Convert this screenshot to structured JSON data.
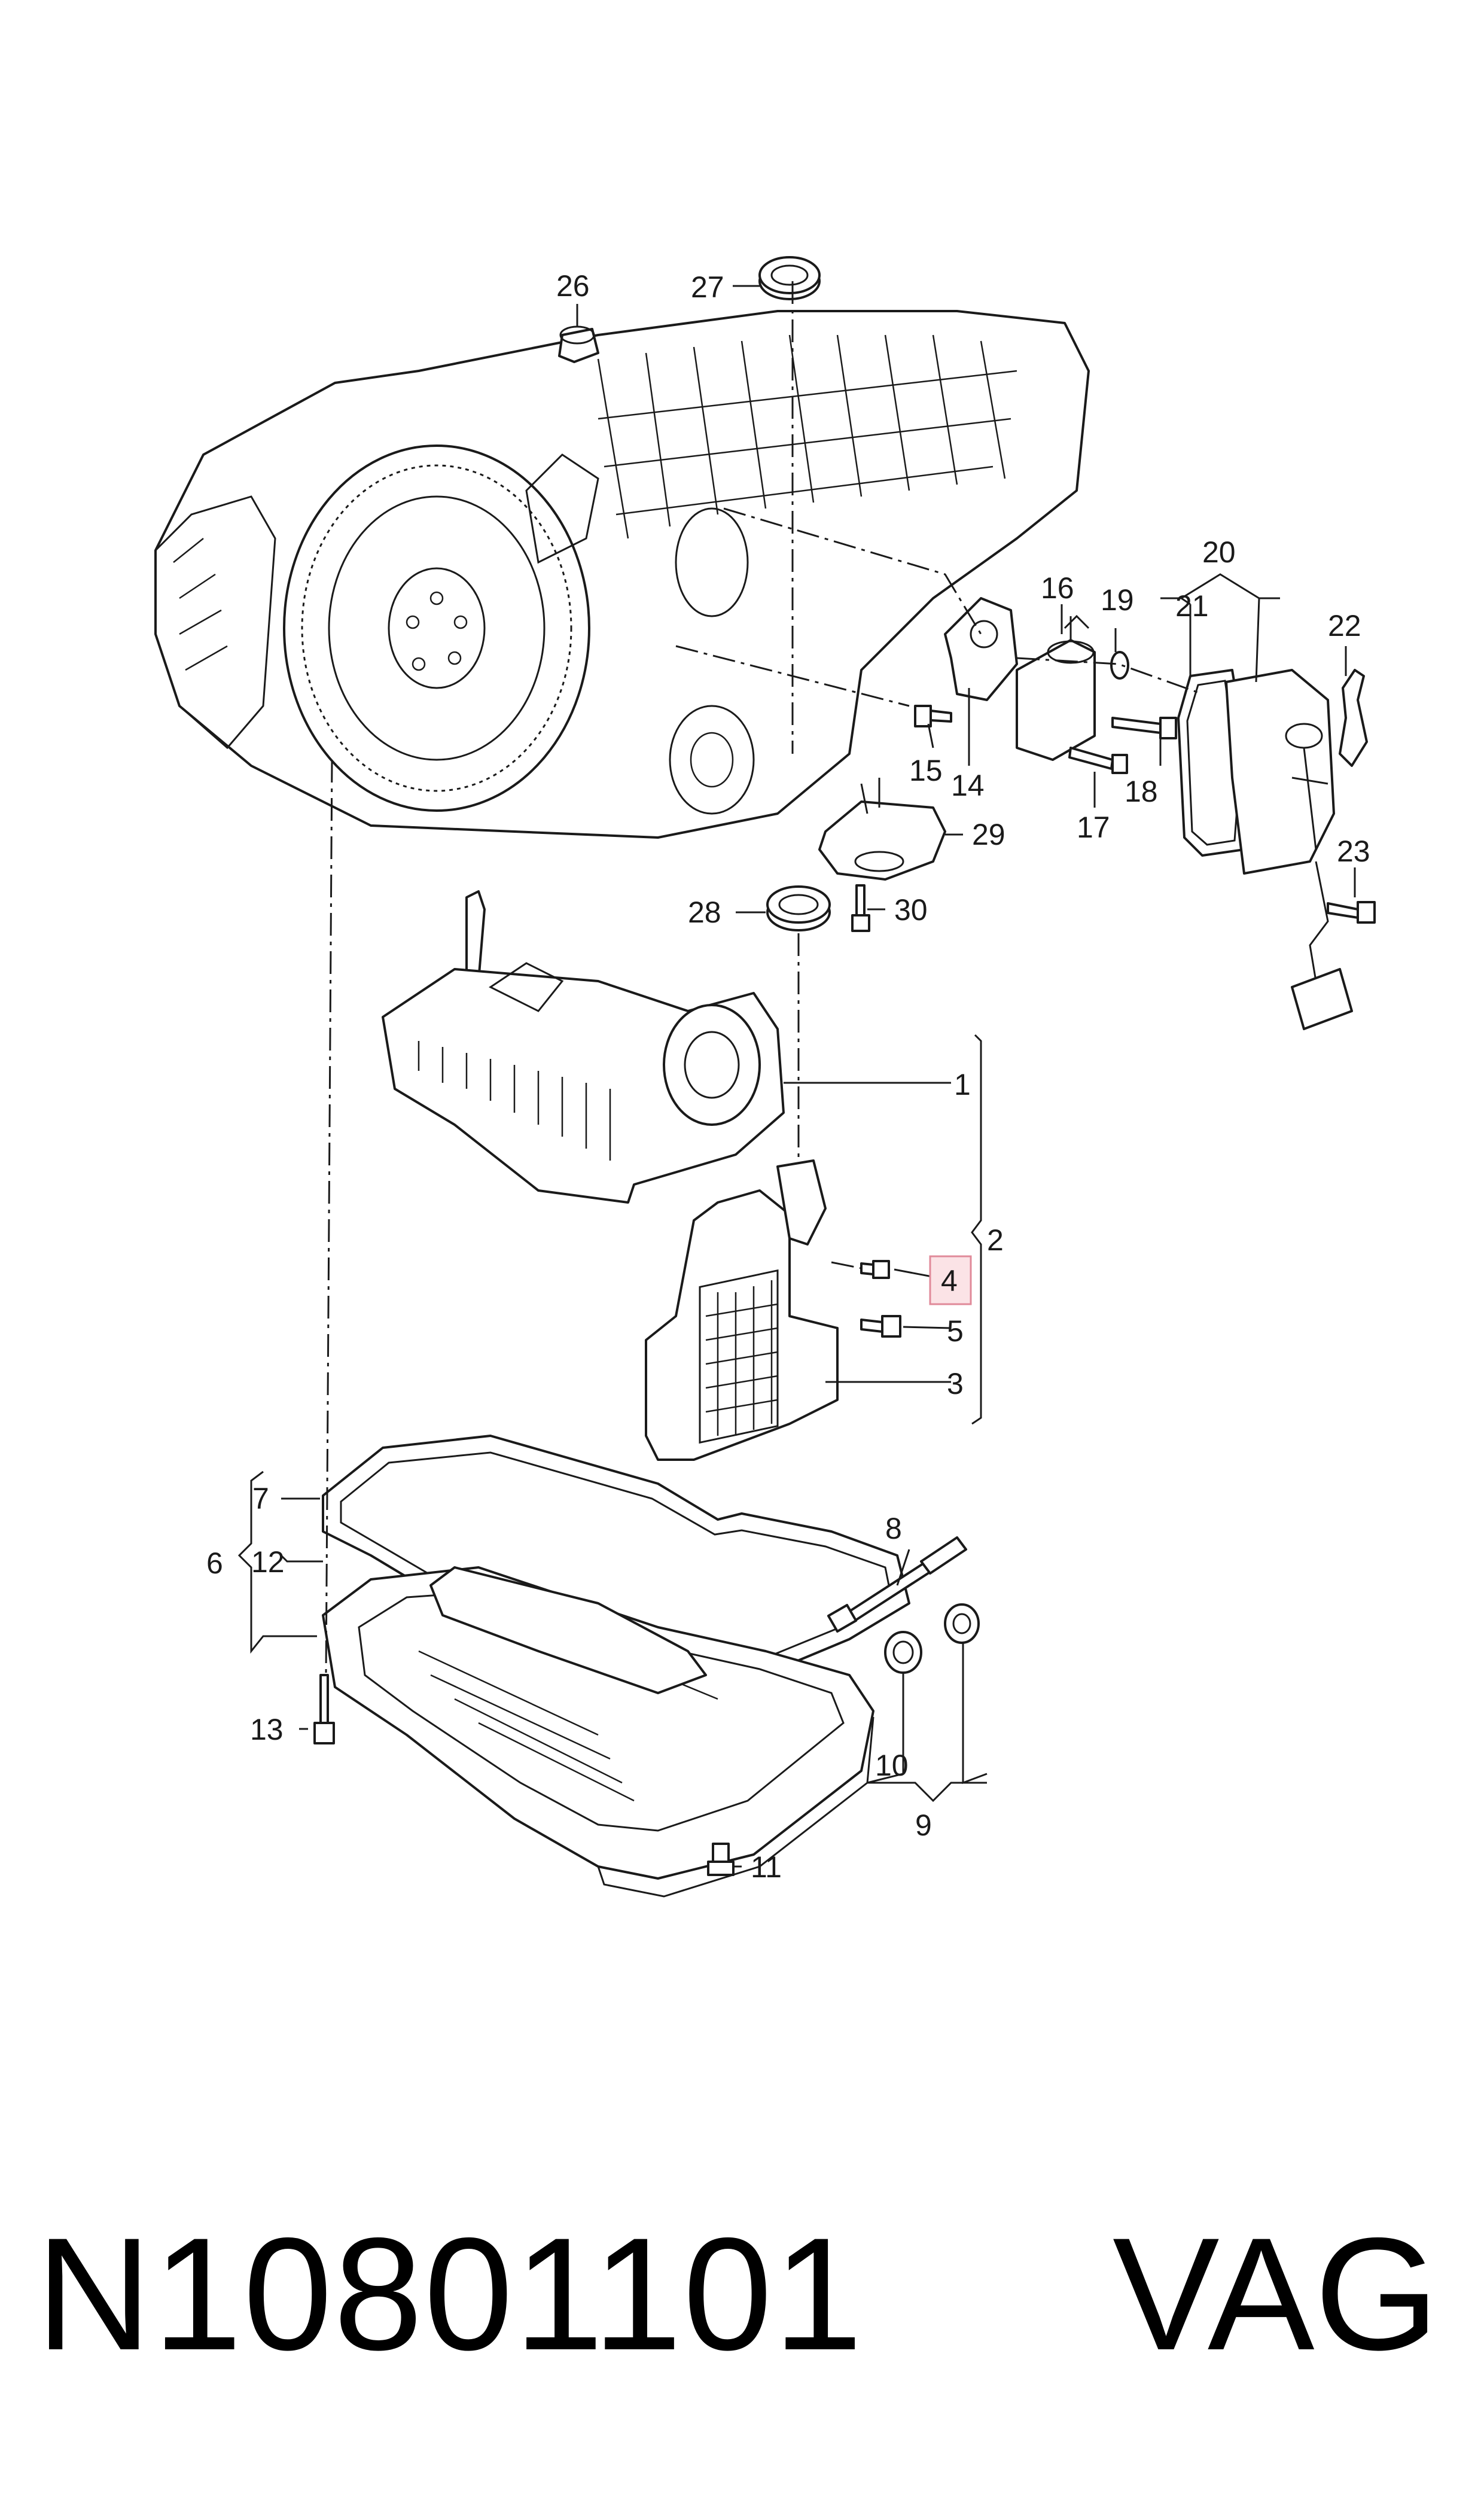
{
  "callouts": [
    {
      "id": "1",
      "label": "1"
    },
    {
      "id": "2",
      "label": "2"
    },
    {
      "id": "3",
      "label": "3"
    },
    {
      "id": "4",
      "label": "4"
    },
    {
      "id": "5",
      "label": "5"
    },
    {
      "id": "6",
      "label": "6"
    },
    {
      "id": "7",
      "label": "7"
    },
    {
      "id": "8",
      "label": "8"
    },
    {
      "id": "9",
      "label": "9"
    },
    {
      "id": "10",
      "label": "10"
    },
    {
      "id": "11",
      "label": "11"
    },
    {
      "id": "12",
      "label": "12"
    },
    {
      "id": "13",
      "label": "13"
    },
    {
      "id": "14",
      "label": "14"
    },
    {
      "id": "15",
      "label": "15"
    },
    {
      "id": "16",
      "label": "16"
    },
    {
      "id": "17",
      "label": "17"
    },
    {
      "id": "18",
      "label": "18"
    },
    {
      "id": "19",
      "label": "19"
    },
    {
      "id": "20",
      "label": "20"
    },
    {
      "id": "21",
      "label": "21"
    },
    {
      "id": "22",
      "label": "22"
    },
    {
      "id": "23",
      "label": "23"
    },
    {
      "id": "26",
      "label": "26"
    },
    {
      "id": "27",
      "label": "27"
    },
    {
      "id": "28",
      "label": "28"
    },
    {
      "id": "29",
      "label": "29"
    },
    {
      "id": "30",
      "label": "30"
    }
  ],
  "highlighted_callout": "4",
  "colors": {
    "line": "#1a1a1a",
    "highlight_fill": "#fbe3e6",
    "highlight_stroke": "#e08a99",
    "background": "#ffffff"
  },
  "footer": {
    "part_number": "N10801101",
    "brand": "VAG"
  }
}
